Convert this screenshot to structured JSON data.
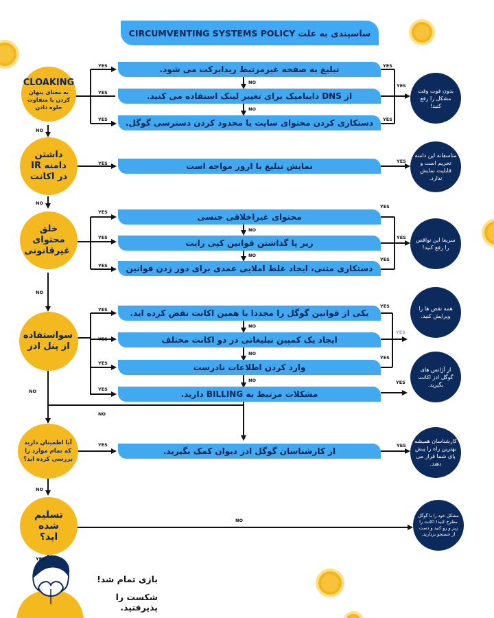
{
  "title": {
    "persian": "ساسپندی به علت",
    "english": "CIRCUMVENTING SYSTEMS POLICY"
  },
  "colors": {
    "bar": "#42a8ef",
    "circle": "#f4b91f",
    "navy": "#0d2a5c",
    "text": "#0e2452"
  },
  "labels": {
    "yes": "YES",
    "no": "NO"
  },
  "decisions": [
    {
      "title": "CLOAKING",
      "subtitle": "به معنای پنهان کردن یا متفاوت جلوه دادن"
    },
    {
      "title": "داشتن دامنه IR در اکانت"
    },
    {
      "title": "خلق محتوای غیرقانونی"
    },
    {
      "title": "سواستفاده از پنل ادز"
    },
    {
      "title": "آیا اطمینان دارید که تمام موارد را بررسی کرده اید؟"
    },
    {
      "title": "تسلیم شده اید؟"
    }
  ],
  "actions": {
    "cloaking": [
      "تبلیغ به صفحه غیرمرتبط ریدایرکت می شود.",
      "از DNS داینامیک برای تغییر لینک استفاده می کنید.",
      "دستکاری کردن محتوای سایت یا محدود کردن دسترسی گوگل."
    ],
    "ir": [
      "نمایش تبلیغ با ارور مواجه است"
    ],
    "illegal": [
      "محتوای غیراخلاقی جنسی",
      "زیر پا گذاشتن قوانین کپی رایت",
      "دستکاری متنی، ایجاد غلط املایی عمدی برای دور زدن قوانین"
    ],
    "abuse": [
      "یکی از قوانین گوگل را مجددا با همین اکانت نقض کرده اید.",
      "ایجاد یک کمپین تبلیغاتی در دو اکانت مختلف",
      "وارد کردن اطلاعات نادرست",
      "مشکلات مرتبط به BILLING دارید."
    ],
    "check": [
      "از کارشناسان گوگل ادز دیوان کمک بگیرید."
    ]
  },
  "outcomes": [
    "بدون فوت وقت مشکل را رفع کنید!",
    "متاسفانه این دامنه تحریم است و قابلیت نمایش ندارد.",
    "سریعا این نواقص را رفع کنید!",
    "همه نقص ها را ویرایش کنید.",
    "از آژانس های گوگل ادز اکانت بگیرید.",
    "کارشناسان همیشه بهترین راه را پیش پای شما قرار می دهند.",
    "مشکل خود را با گوگل مطرح کنید! اکانت را زیر و رو کنید و دست از جستجو بردارید."
  ],
  "final": {
    "line1": "بازی تمام شد!",
    "line2": "شکست را پذیرفتید."
  },
  "icons": [
    "coin-icon",
    "person-illustration",
    "arrow-icon"
  ]
}
